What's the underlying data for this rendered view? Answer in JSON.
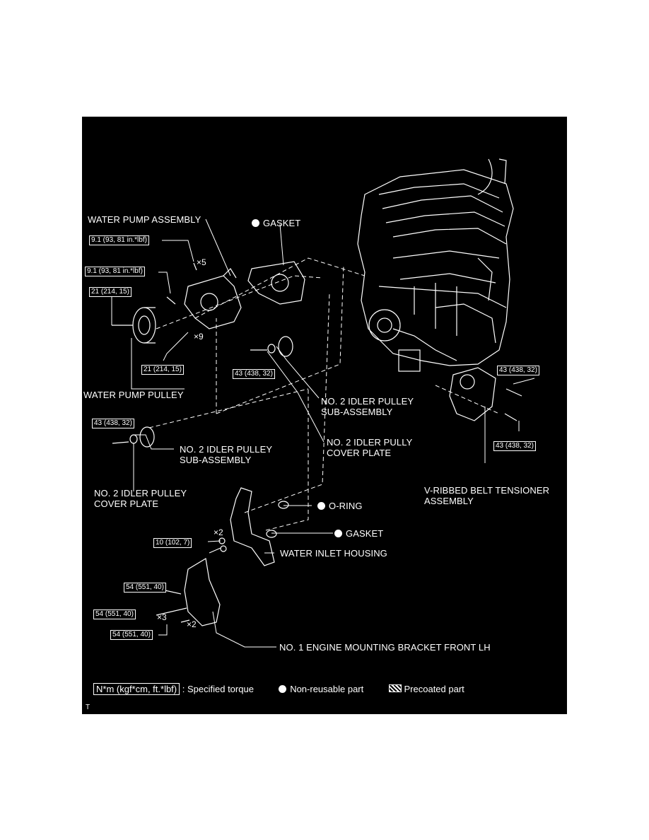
{
  "labels": {
    "water_pump_assembly": "WATER PUMP ASSEMBLY",
    "gasket_top": "GASKET",
    "water_pump_pulley": "WATER PUMP PULLEY",
    "no2_idler_pulley_sub_right": "NO. 2 IDLER PULLEY\nSUB-ASSEMBLY",
    "no2_idler_pully_cover_plate": "NO. 2 IDLER PULLY\nCOVER PLATE",
    "no2_idler_pulley_sub_left": "NO. 2 IDLER PULLEY\nSUB-ASSEMBLY",
    "no2_idler_pulley_cover_left": "NO. 2 IDLER PULLEY\nCOVER PLATE",
    "v_ribbed_belt_tensioner": "V-RIBBED BELT TENSIONER\nASSEMBLY",
    "o_ring": "O-RING",
    "gasket_lower": "GASKET",
    "water_inlet_housing": "WATER INLET HOUSING",
    "mounting_bracket": "NO. 1 ENGINE MOUNTING BRACKET FRONT LH"
  },
  "torques": {
    "t1": "9.1 (93, 81 in.*lbf)",
    "t2": "9.1 (93, 81 in.*lbf)",
    "t3": "21 (214, 15)",
    "t4": "21 (214, 15)",
    "t5": "43 (438, 32)",
    "t6": "43 (438, 32)",
    "t7": "43 (438, 32)",
    "t8": "43 (438, 32)",
    "t9": "10 (102, 7)",
    "t10": "54 (551, 40)",
    "t11": "54 (551, 40)",
    "t12": "54 (551, 40)"
  },
  "multipliers": {
    "m1": "×5",
    "m2": "×9",
    "m3": "×2",
    "m4": "×3",
    "m5": "×2"
  },
  "legend": {
    "unit_key": "N*m (kgf*cm, ft.*lbf)",
    "unit_desc": ": Specified torque",
    "nonreusable": "Non-reusable part",
    "precoated": "Precoated part"
  },
  "corner_mark": "T",
  "colors": {
    "background": "#000000",
    "foreground": "#ffffff"
  }
}
